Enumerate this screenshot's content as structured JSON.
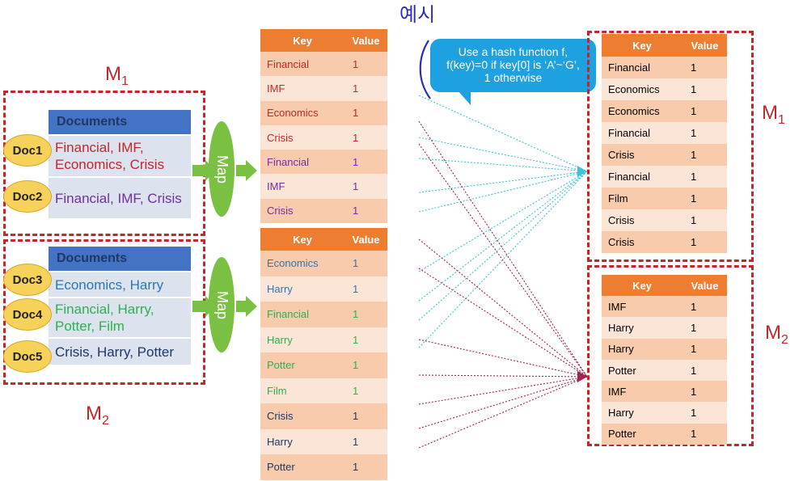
{
  "annotation": "예시",
  "hash_note": {
    "line1": "Use a hash function f,",
    "line2": "f(key)=0  if key[0] is ‘A’~‘G’,",
    "line3": "1  otherwise"
  },
  "left": {
    "m1": {
      "letter": "M",
      "sub": "1"
    },
    "m2": {
      "letter": "M",
      "sub": "2"
    },
    "group1": {
      "header": "Documents",
      "docs": [
        {
          "label": "Doc1",
          "text": "Financial, IMF, Economics, Crisis",
          "color": "#c0282d"
        },
        {
          "label": "Doc2",
          "text": "Financial, IMF, Crisis",
          "color": "#7030a0"
        }
      ]
    },
    "group2": {
      "header": "Documents",
      "docs": [
        {
          "label": "Doc3",
          "text": "Economics, Harry",
          "color": "#2e75b6"
        },
        {
          "label": "Doc4",
          "text": "Financial, Harry, Potter, Film",
          "color": "#2eb04f"
        },
        {
          "label": "Doc5",
          "text": "Crisis, Harry, Potter",
          "color": "#1f3864"
        }
      ]
    },
    "map_label": "Map"
  },
  "map_tables": {
    "headers": {
      "key": "Key",
      "value": "Value"
    },
    "top": [
      {
        "key": "Financial",
        "value": "1",
        "color": "#c0282d"
      },
      {
        "key": "IMF",
        "value": "1",
        "color": "#c0282d"
      },
      {
        "key": "Economics",
        "value": "1",
        "color": "#c0282d"
      },
      {
        "key": "Crisis",
        "value": "1",
        "color": "#c0282d"
      },
      {
        "key": "Financial",
        "value": "1",
        "color": "#7030a0"
      },
      {
        "key": "IMF",
        "value": "1",
        "color": "#7030a0"
      },
      {
        "key": "Crisis",
        "value": "1",
        "color": "#7030a0"
      }
    ],
    "bottom": [
      {
        "key": "Economics",
        "value": "1",
        "color": "#2e75b6"
      },
      {
        "key": "Harry",
        "value": "1",
        "color": "#2e75b6"
      },
      {
        "key": "Financial",
        "value": "1",
        "color": "#2eb04f"
      },
      {
        "key": "Harry",
        "value": "1",
        "color": "#2eb04f"
      },
      {
        "key": "Potter",
        "value": "1",
        "color": "#2eb04f"
      },
      {
        "key": "Film",
        "value": "1",
        "color": "#2eb04f"
      },
      {
        "key": "Crisis",
        "value": "1",
        "color": "#1f3864"
      },
      {
        "key": "Harry",
        "value": "1",
        "color": "#1f3864"
      },
      {
        "key": "Potter",
        "value": "1",
        "color": "#1f3864"
      }
    ]
  },
  "right": {
    "m1": {
      "letter": "M",
      "sub": "1"
    },
    "m2": {
      "letter": "M",
      "sub": "2"
    },
    "headers": {
      "key": "Key",
      "value": "Value"
    },
    "partition0": [
      {
        "key": "Financial",
        "value": "1"
      },
      {
        "key": "Economics",
        "value": "1"
      },
      {
        "key": "Economics",
        "value": "1"
      },
      {
        "key": "Financial",
        "value": "1"
      },
      {
        "key": "Crisis",
        "value": "1"
      },
      {
        "key": "Financial",
        "value": "1"
      },
      {
        "key": "Film",
        "value": "1"
      },
      {
        "key": "Crisis",
        "value": "1"
      },
      {
        "key": "Crisis",
        "value": "1"
      }
    ],
    "partition1": [
      {
        "key": "IMF",
        "value": "1"
      },
      {
        "key": "Harry",
        "value": "1"
      },
      {
        "key": "Harry",
        "value": "1"
      },
      {
        "key": "Potter",
        "value": "1"
      },
      {
        "key": "IMF",
        "value": "1"
      },
      {
        "key": "Harry",
        "value": "1"
      },
      {
        "key": "Potter",
        "value": "1"
      }
    ]
  },
  "colors": {
    "dash_red": "#c0282d",
    "table_header": "#ed7d31",
    "line_to_partition0": "#3fc1d6",
    "line_to_partition1": "#a3234f",
    "map_green": "#7ac143",
    "doc_yellow": "#f7d25a"
  }
}
